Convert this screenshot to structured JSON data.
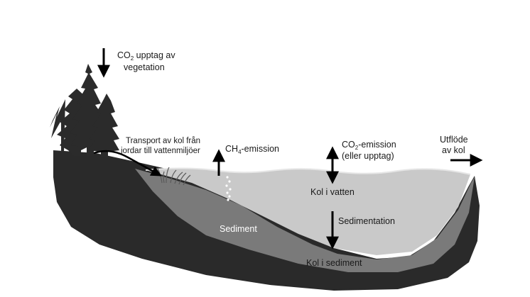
{
  "labels": {
    "co2_uptake_prefix": "CO",
    "co2_uptake_sub": "2",
    "co2_uptake_suffix": " upptag av",
    "co2_uptake_line2": "vegetation",
    "transport_line1": "Transport av kol från",
    "transport_line2": "jordar till vattenmiljöer",
    "ch4_prefix": "CH",
    "ch4_sub": "4",
    "ch4_suffix": "-emission",
    "co2_emission_prefix": "CO",
    "co2_emission_sub": "2",
    "co2_emission_suffix": "-emission",
    "co2_emission_line2": "(eller upptag)",
    "outflow_line1": "Utflöde",
    "outflow_line2": "av kol",
    "carbon_in_water": "Kol i vatten",
    "sedimentation": "Sedimentation",
    "sediment": "Sediment",
    "carbon_in_sediment": "Kol i sediment"
  },
  "colors": {
    "bedrock": "#2a2a2a",
    "sediment": "#7a7a7a",
    "water": "#c9c9c9",
    "water_surface": "#dedede",
    "tree": "#2b2b2b",
    "arrow": "#000000",
    "bubble": "#ffffff"
  }
}
